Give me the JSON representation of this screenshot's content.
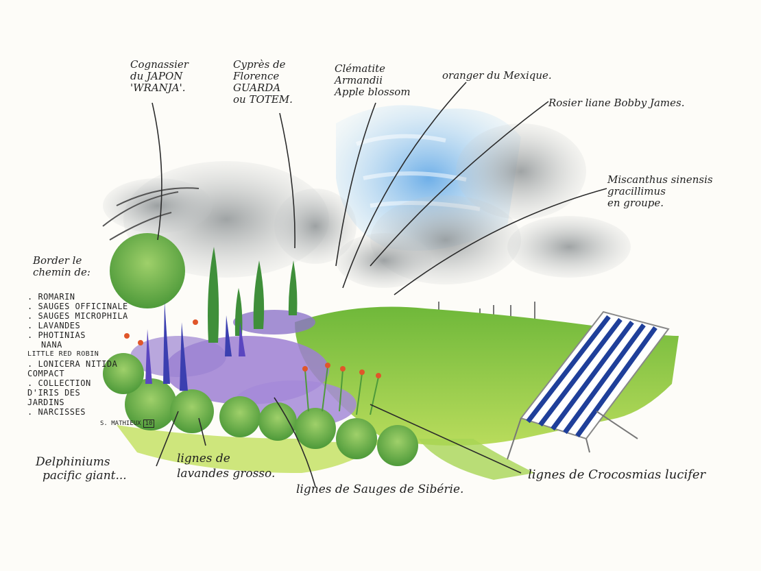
{
  "labels": {
    "cognassier": [
      "Cognassier",
      "du JAPON",
      "'WRANJA'."
    ],
    "cypres": [
      "Cyprès de",
      "Florence",
      "GUARDA",
      "ou TOTEM."
    ],
    "clematite": [
      "Clématite",
      "Armandii",
      "Apple blossom"
    ],
    "oranger": "oranger du Mexique.",
    "rosier": "Rosier liane Bobby James.",
    "miscanthus": [
      "Miscanthus sinensis",
      "gracillimus",
      "en groupe."
    ],
    "border_title": [
      "Border le",
      "chemin de:"
    ],
    "border_list": [
      ". ROMARIN",
      ". SAUGES OFFICINALE",
      ". SAUGES MICROPHILA",
      ". LAVANDES",
      ". PHOTINIAS",
      "NANA",
      "LITTLE RED ROBIN",
      ". LONICERA NITIDA",
      "COMPACT",
      ". COLLECTION",
      "D'IRIS DES",
      "JARDINS",
      ". NARCISSES"
    ],
    "delphiniums": [
      "Delphiniums",
      "pacific giant..."
    ],
    "lavandes_grosso": [
      "lignes de",
      "lavandes grosso."
    ],
    "sauges_siberie": "lignes de Sauges de Sibérie.",
    "crocosmias": "lignes de Crocosmias lucifer"
  },
  "signature": {
    "name": "S. MATHIEUX",
    "year": "10"
  },
  "colors": {
    "sky": "#7fb8e6",
    "lawn": "#8cc63e",
    "cypress": "#3f8f3a",
    "lavender": "#8a6cc8",
    "delphinium": "#3b3fb0",
    "crocosmia": "#e0562a",
    "deckchair_stripe": "#1f3f9a",
    "ink": "#1f1f1f"
  }
}
